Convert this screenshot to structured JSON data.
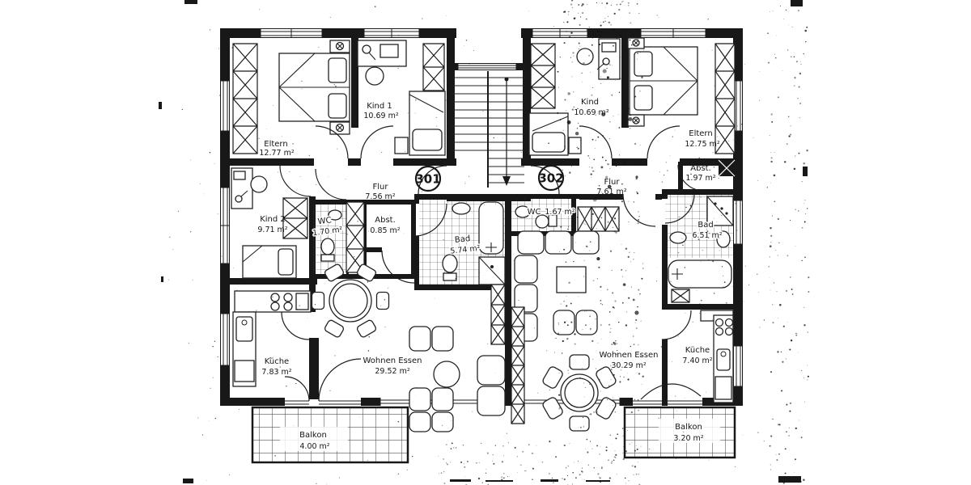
{
  "plan": {
    "colors": {
      "ink": "#181818",
      "paper": "#ffffff"
    },
    "apartments": [
      {
        "number": "301",
        "rooms": {
          "eltern": {
            "name": "Eltern",
            "area": "12.77 m²"
          },
          "kind1": {
            "name": "Kind 1",
            "area": "10.69 m²"
          },
          "kind2": {
            "name": "Kind 2",
            "area": "9.71 m²"
          },
          "flur": {
            "name": "Flur",
            "area": "7.56 m²"
          },
          "wc": {
            "name": "WC",
            "area": "1.70 m²"
          },
          "abst": {
            "name": "Abst.",
            "area": "0.85 m²"
          },
          "bad": {
            "name": "Bad",
            "area": "5.74 m²"
          },
          "kueche": {
            "name": "Küche",
            "area": "7.83 m²"
          },
          "wohnen": {
            "name": "Wohnen Essen",
            "area": "29.52 m²"
          },
          "balkon": {
            "name": "Balkon",
            "area": "4.00 m²"
          }
        }
      },
      {
        "number": "302",
        "rooms": {
          "kind": {
            "name": "Kind",
            "area": "10.69 m²"
          },
          "eltern": {
            "name": "Eltern",
            "area": "12.75 m²"
          },
          "abst": {
            "name": "Abst.",
            "area": "1.97 m²"
          },
          "flur": {
            "name": "Flur",
            "area": "7.61 m²"
          },
          "wc": {
            "name": "WC",
            "area": "1.67 m²"
          },
          "bad": {
            "name": "Bad",
            "area": "6.51 m²"
          },
          "kueche": {
            "name": "Küche",
            "area": "7.40 m²"
          },
          "wohnen": {
            "name": "Wohnen Essen",
            "area": "30.29 m²"
          },
          "balkon": {
            "name": "Balkon",
            "area": "3.20 m²"
          }
        }
      }
    ]
  }
}
